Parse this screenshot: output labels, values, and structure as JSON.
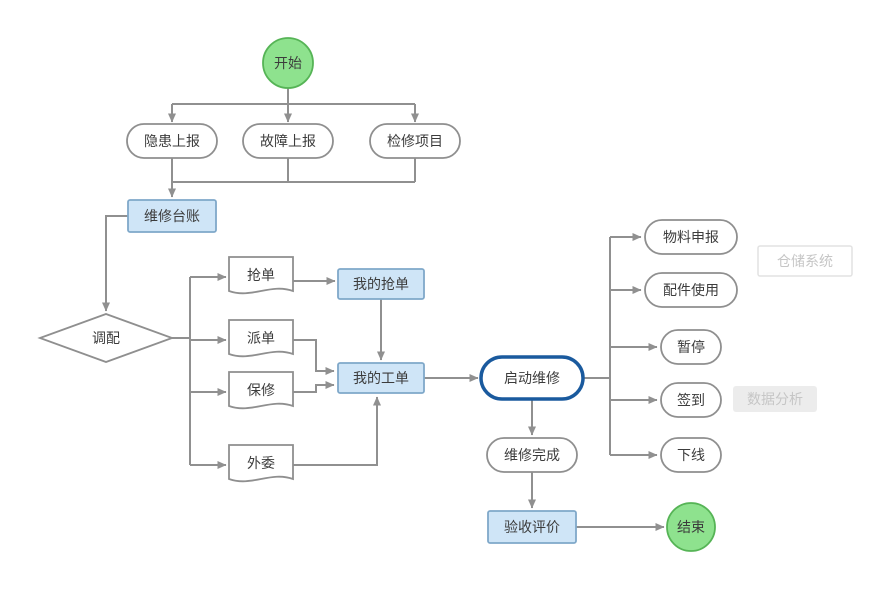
{
  "nodes": {
    "start": "开始",
    "hazard_report": "隐患上报",
    "fault_report": "故障上报",
    "inspection_project": "检修项目",
    "maintenance_ledger": "维修台账",
    "dispatch": "调配",
    "grab_order": "抢单",
    "assign_order": "派单",
    "warranty": "保修",
    "outsource": "外委",
    "my_grab_orders": "我的抢单",
    "my_work_orders": "我的工单",
    "start_repair": "启动维修",
    "material_declare": "物料申报",
    "parts_usage": "配件使用",
    "pause": "暂停",
    "sign_in": "签到",
    "offline": "下线",
    "warehouse_system": "仓储系统",
    "data_analysis": "数据分析",
    "repair_complete": "维修完成",
    "acceptance_review": "验收评价",
    "end": "结束"
  },
  "colors": {
    "connector": "#909090",
    "node_border": "#8f8f8f",
    "blue_fill": "#cfe5f7",
    "blue_border": "#7fa8c9",
    "green_fill": "#8ee28e",
    "green_border": "#56b456",
    "highlight_border": "#1a5a9e",
    "ghost_text": "#c6c6c6"
  }
}
